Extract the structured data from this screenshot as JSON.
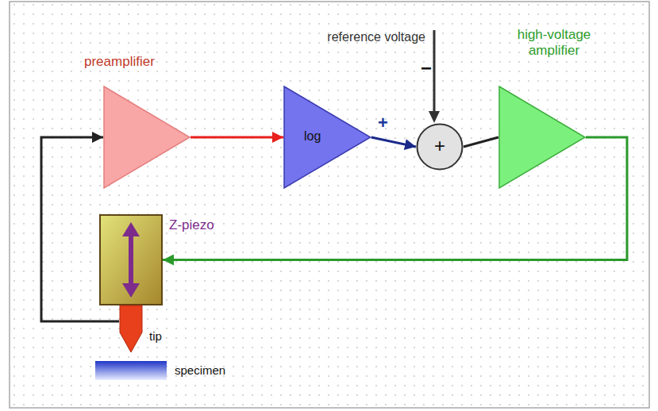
{
  "diagram": {
    "nodes": [
      {
        "text": [
          "preamplifier"
        ]
      },
      {
        "text": [
          "log"
        ]
      },
      {
        "text": [
          "+"
        ]
      },
      {
        "text": [
          "high-voltage amplifier"
        ]
      },
      {
        "text": [
          "Z-piezo"
        ]
      },
      {
        "text": [
          "tip"
        ]
      },
      {
        "text": [
          "specimen"
        ]
      }
    ],
    "edges": [
      {
        "from": 5,
        "to": 0,
        "arrow": "to"
      },
      {
        "from": 0,
        "to": 1,
        "arrow": "to"
      },
      {
        "from": 1,
        "to": 2,
        "arrow": "to"
      },
      {
        "from": 2,
        "to": 3,
        "arrow": "none"
      },
      {
        "from": 3,
        "to": 4,
        "arrow": "to"
      }
    ],
    "labels": [
      "reference voltage",
      "−",
      "+"
    ]
  }
}
